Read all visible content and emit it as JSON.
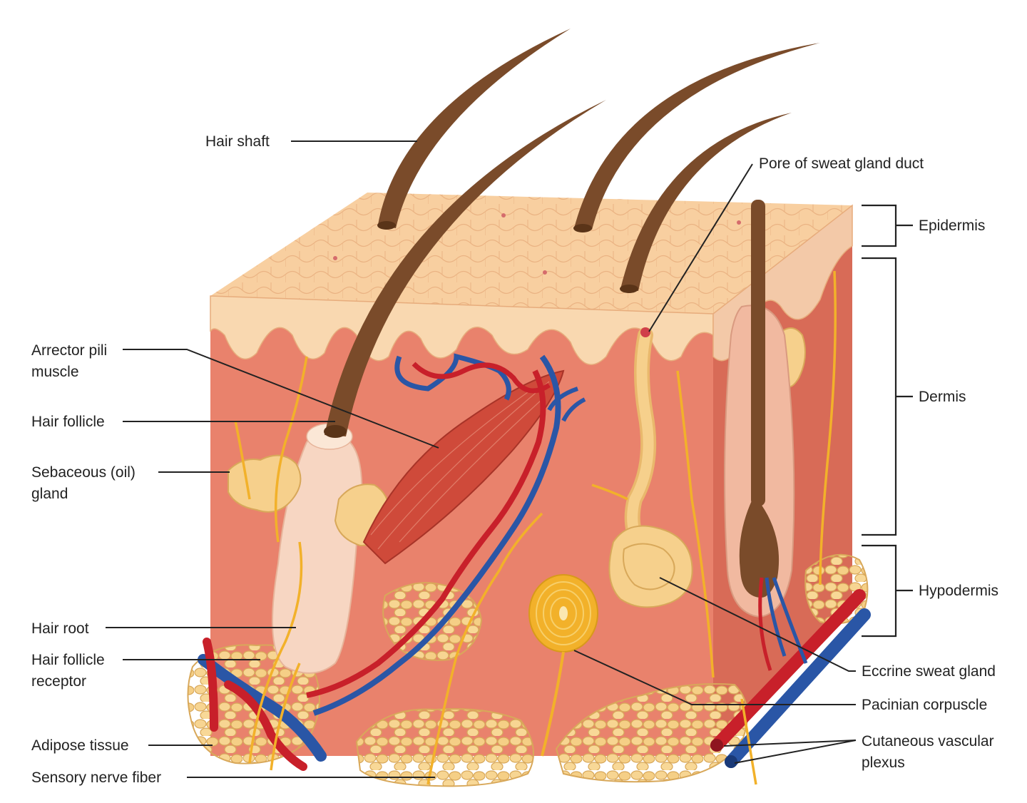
{
  "diagram": {
    "labels": {
      "hair_shaft": "Hair shaft",
      "pore_of_sweat_gland_duct": "Pore of sweat gland duct",
      "epidermis": "Epidermis",
      "dermis": "Dermis",
      "hypodermis": "Hypodermis",
      "arrector_pili_muscle": [
        "Arrector pili",
        "muscle"
      ],
      "hair_follicle": "Hair follicle",
      "sebaceous_gland": [
        "Sebaceous (oil)",
        "gland"
      ],
      "hair_root": "Hair root",
      "hair_follicle_receptor": [
        "Hair follicle",
        "receptor"
      ],
      "adipose_tissue": "Adipose tissue",
      "sensory_nerve_fiber": "Sensory nerve fiber",
      "eccrine_sweat_gland": "Eccrine sweat gland",
      "pacinian_corpuscle": "Pacinian corpuscle",
      "cutaneous_vascular_plexus": [
        "Cutaneous vascular",
        "plexus"
      ]
    },
    "colors": {
      "dermis": "#e9826c",
      "dermis_side": "#d86b57",
      "epidermis": "#f8cfa0",
      "epidermis_cell_lines": "#e7ac7c",
      "hair": "#7a4b2a",
      "fat": "#f6d08c",
      "fat_outline": "#d8a85a",
      "artery": "#c8202a",
      "vein": "#2a56a6",
      "nerve": "#f2b12a",
      "muscle": "#cf4a3a",
      "follicle": "#f7d6c2"
    }
  }
}
